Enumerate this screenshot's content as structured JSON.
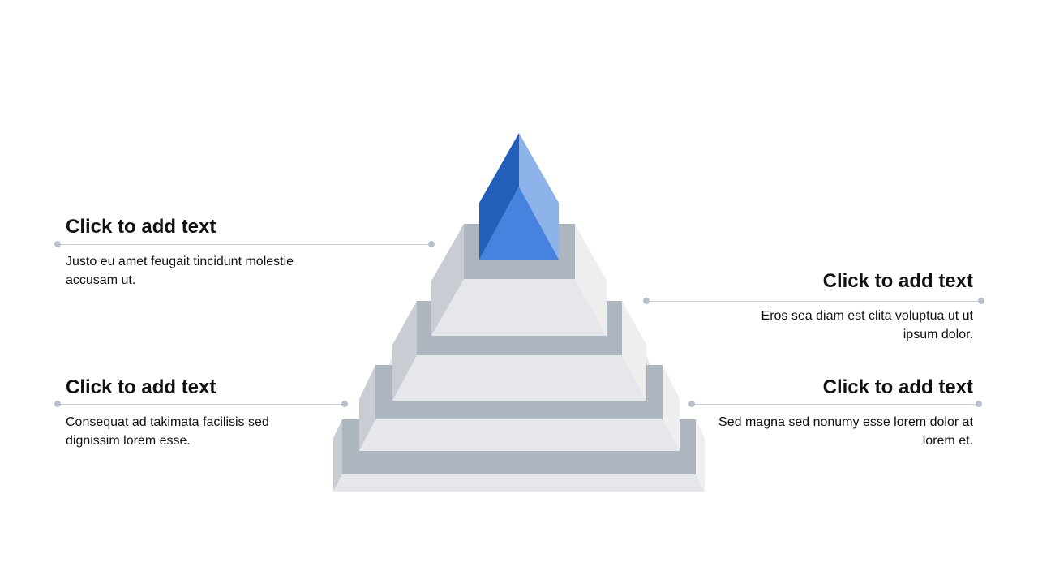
{
  "slide": {
    "colors": {
      "step_front": "#adb5bf",
      "step_top": "#e5e7ea",
      "step_side_left": "#c9cdd3",
      "step_side_right": "#eeeeee",
      "leader_line": "#c8ced6",
      "leader_dot": "#b7c0cc",
      "apex_dark": "#225fb8",
      "apex_mid": "#4683df",
      "apex_light": "#8eb2ea"
    },
    "callouts": [
      {
        "title": "Click to add text",
        "body": "Justo eu amet feugait tincidunt molestie accusam ut."
      },
      {
        "title": "Click to add text",
        "body": "Eros sea diam est clita voluptua ut ut ipsum dolor."
      },
      {
        "title": "Click to add text",
        "body": "Consequat ad takimata facilisis sed dignissim lorem esse."
      },
      {
        "title": "Click to add text",
        "body": "Sed magna sed nonumy esse lorem dolor at lorem et."
      }
    ]
  }
}
